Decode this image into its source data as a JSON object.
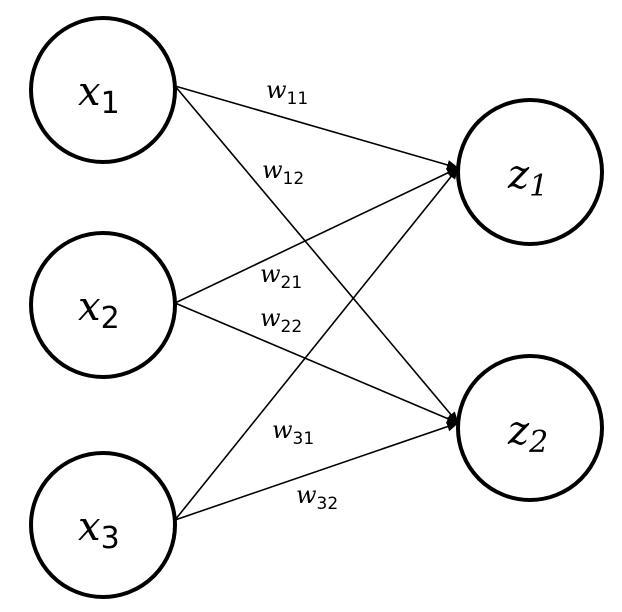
{
  "nodes": {
    "x1": {
      "var": "x",
      "sub": "1"
    },
    "x2": {
      "var": "x",
      "sub": "2"
    },
    "x3": {
      "var": "x",
      "sub": "3"
    },
    "z1": {
      "var": "z",
      "sub": "1"
    },
    "z2": {
      "var": "z",
      "sub": "2"
    }
  },
  "weights": {
    "w11": {
      "var": "w",
      "sub": "11"
    },
    "w12": {
      "var": "w",
      "sub": "12"
    },
    "w21": {
      "var": "w",
      "sub": "21"
    },
    "w22": {
      "var": "w",
      "sub": "22"
    },
    "w31": {
      "var": "w",
      "sub": "31"
    },
    "w32": {
      "var": "w",
      "sub": "32"
    }
  },
  "colors": {
    "stroke": "#000000",
    "background": "#ffffff"
  }
}
